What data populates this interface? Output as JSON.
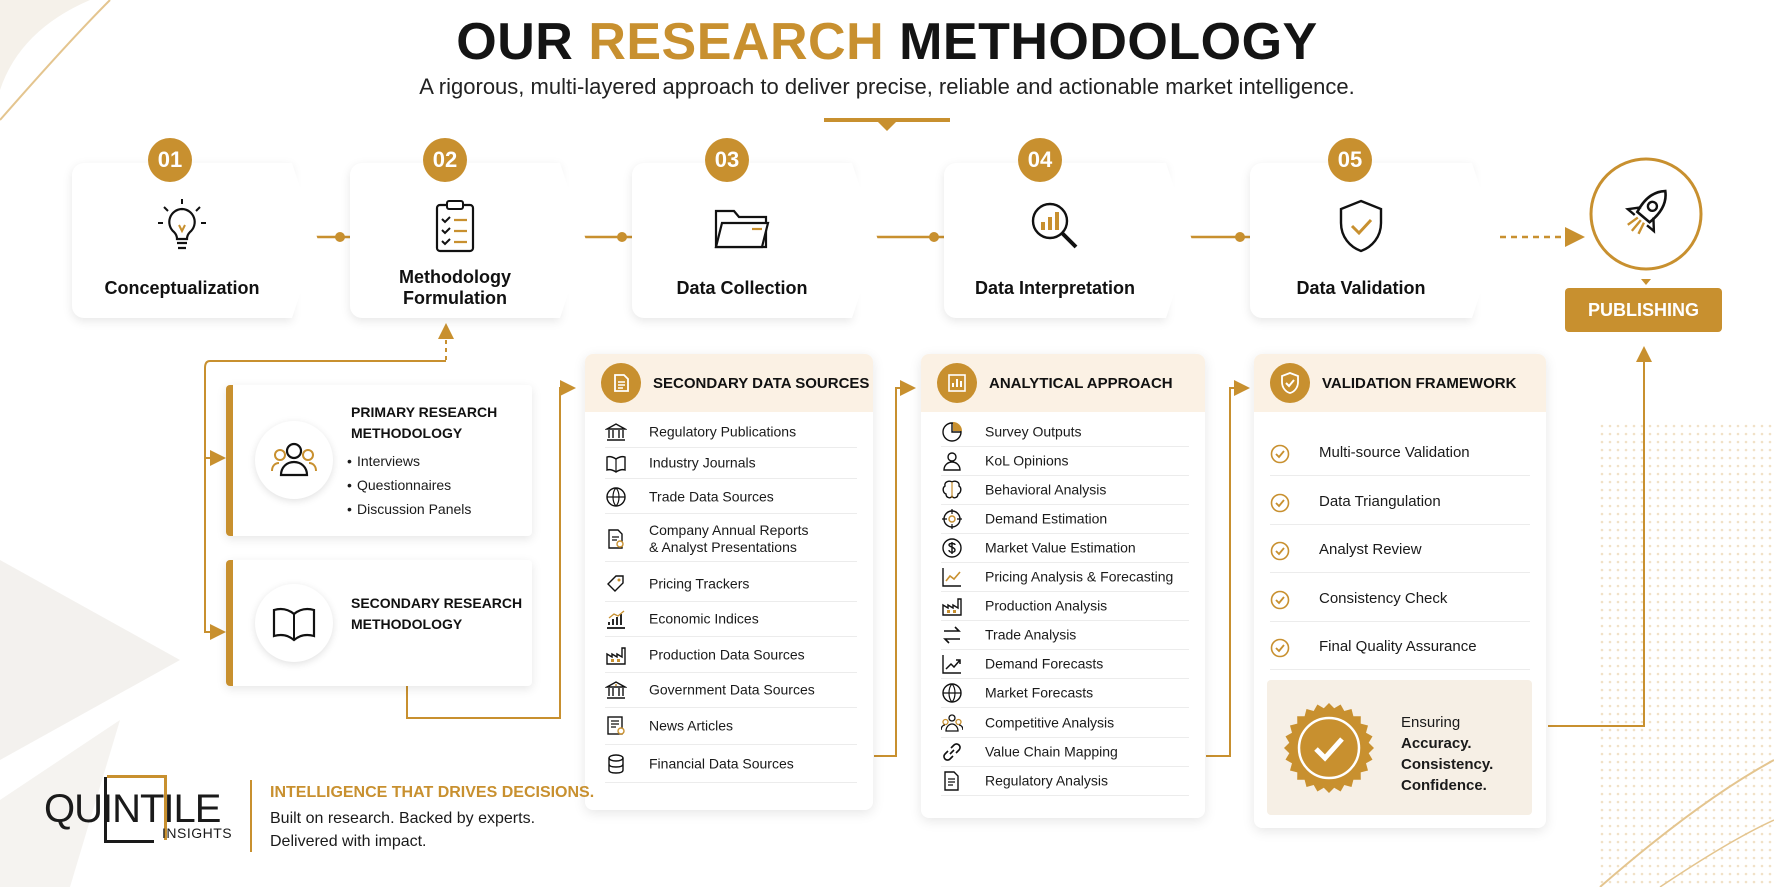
{
  "header": {
    "title_part1": "OUR",
    "title_accent": "RESEARCH",
    "title_part2": "METHODOLOGY",
    "subtitle": "A rigorous, multi-layered approach to deliver precise, reliable and actionable market intelligence."
  },
  "steps": [
    {
      "number": "01",
      "label_line1": "Conceptualization",
      "label_line2": "",
      "icon": "lightbulb-icon"
    },
    {
      "number": "02",
      "label_line1": "Methodology",
      "label_line2": "Formulation",
      "icon": "clipboard-icon"
    },
    {
      "number": "03",
      "label_line1": "Data Collection",
      "label_line2": "",
      "icon": "folder-icon"
    },
    {
      "number": "04",
      "label_line1": "Data Interpretation",
      "label_line2": "",
      "icon": "magnifier-chart-icon"
    },
    {
      "number": "05",
      "label_line1": "Data Validation",
      "label_line2": "",
      "icon": "shield-check-icon"
    }
  ],
  "publishing": {
    "label": "PUBLISHING",
    "icon": "rocket-icon"
  },
  "primary_research": {
    "title_line1": "PRIMARY RESEARCH",
    "title_line2": "METHODOLOGY",
    "icon": "people-icon",
    "items": [
      "Interviews",
      "Questionnaires",
      "Discussion Panels"
    ]
  },
  "secondary_research": {
    "title_line1": "SECONDARY RESEARCH",
    "title_line2": "METHODOLOGY",
    "icon": "open-book-icon"
  },
  "secondary_sources": {
    "title": "SECONDARY DATA SOURCES",
    "icon": "document-icon",
    "items": [
      {
        "line1": "Regulatory Publications",
        "line2": "",
        "icon": "bank-icon"
      },
      {
        "line1": "Industry Journals",
        "line2": "",
        "icon": "book-icon"
      },
      {
        "line1": "Trade Data Sources",
        "line2": "",
        "icon": "globe-icon"
      },
      {
        "line1": "Company Annual Reports",
        "line2": "& Analyst Presentations",
        "icon": "report-icon"
      },
      {
        "line1": "Pricing Trackers",
        "line2": "",
        "icon": "price-tag-icon"
      },
      {
        "line1": "Economic Indices",
        "line2": "",
        "icon": "bar-chart-icon"
      },
      {
        "line1": "Production Data Sources",
        "line2": "",
        "icon": "factory-icon"
      },
      {
        "line1": "Government Data Sources",
        "line2": "",
        "icon": "government-icon"
      },
      {
        "line1": "News Articles",
        "line2": "",
        "icon": "news-icon"
      },
      {
        "line1": "Financial Data Sources",
        "line2": "",
        "icon": "coins-icon"
      }
    ]
  },
  "analytical_approach": {
    "title": "ANALYTICAL APPROACH",
    "icon": "analytics-icon",
    "items": [
      {
        "label": "Survey Outputs",
        "icon": "pie-chart-icon"
      },
      {
        "label": "KoL Opinions",
        "icon": "person-icon"
      },
      {
        "label": "Behavioral Analysis",
        "icon": "brain-icon"
      },
      {
        "label": "Demand Estimation",
        "icon": "target-icon"
      },
      {
        "label": "Market Value Estimation",
        "icon": "dollar-icon"
      },
      {
        "label": "Pricing Analysis & Forecasting",
        "icon": "line-chart-icon"
      },
      {
        "label": "Production Analysis",
        "icon": "factory-icon"
      },
      {
        "label": "Trade Analysis",
        "icon": "exchange-icon"
      },
      {
        "label": "Demand Forecasts",
        "icon": "trend-icon"
      },
      {
        "label": "Market Forecasts",
        "icon": "globe-icon"
      },
      {
        "label": "Competitive Analysis",
        "icon": "team-icon"
      },
      {
        "label": "Value Chain Mapping",
        "icon": "link-icon"
      },
      {
        "label": "Regulatory Analysis",
        "icon": "document-icon"
      }
    ]
  },
  "validation": {
    "title": "VALIDATION FRAMEWORK",
    "icon": "shield-check-icon",
    "items": [
      "Multi-source Validation",
      "Data Triangulation",
      "Analyst Review",
      "Consistency Check",
      "Final Quality Assurance"
    ],
    "seal_line1": "Ensuring",
    "seal_line2": "Accuracy.",
    "seal_line3": "Consistency.",
    "seal_line4": "Confidence.",
    "seal_icon": "badge-check-icon"
  },
  "footer": {
    "logo_main": "QUINTILE",
    "logo_sub": "INSIGHTS",
    "tagline": "INTELLIGENCE THAT DRIVES DECISIONS.",
    "line1": "Built on research. Backed by experts.",
    "line2": "Delivered with impact."
  },
  "colors": {
    "accent": "#c8902f",
    "panel_header": "#fbf1e4",
    "text": "#141414"
  }
}
